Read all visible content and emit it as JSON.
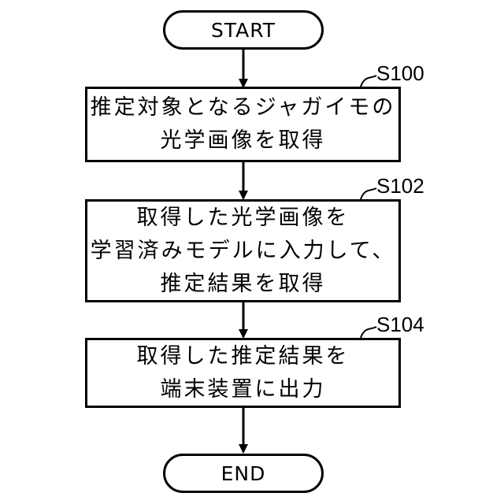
{
  "start": "START",
  "end": "END",
  "steps": [
    {
      "label": "S100",
      "lines": [
        "推定対象となるジャガイモの",
        "光学画像を取得"
      ]
    },
    {
      "label": "S102",
      "lines": [
        "取得した光学画像を",
        "学習済みモデルに入力して、",
        "推定結果を取得"
      ]
    },
    {
      "label": "S104",
      "lines": [
        "取得した推定結果を",
        "端末装置に出力"
      ]
    }
  ]
}
